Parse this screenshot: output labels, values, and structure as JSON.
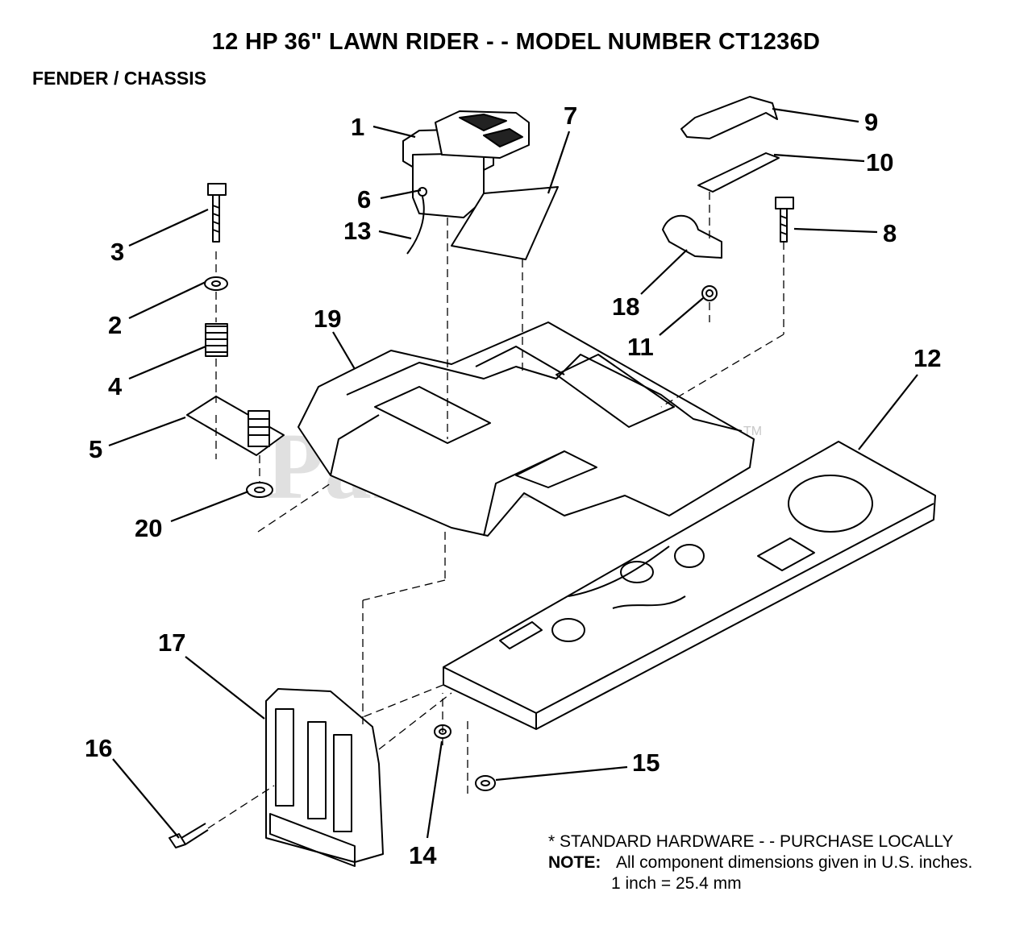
{
  "title": "12 HP 36\" LAWN RIDER - - MODEL NUMBER CT1236D",
  "subtitle": "FENDER / CHASSIS",
  "watermark": {
    "text": "PartsTree",
    "tm": "TM"
  },
  "callouts": {
    "p1": "1",
    "p2": "2",
    "p3": "3",
    "p4": "4",
    "p5": "5",
    "p6": "6",
    "p7": "7",
    "p8": "8",
    "p9": "9",
    "p10": "10",
    "p11": "11",
    "p12": "12",
    "p13": "13",
    "p14": "14",
    "p15": "15",
    "p16": "16",
    "p17": "17",
    "p18": "18",
    "p19": "19",
    "p20": "20"
  },
  "notes": {
    "standard_hardware": "* STANDARD HARDWARE - - PURCHASE LOCALLY",
    "note_label": "NOTE:",
    "note_text": "All component dimensions given in U.S. inches.",
    "conversion": "1 inch = 25.4 mm"
  }
}
